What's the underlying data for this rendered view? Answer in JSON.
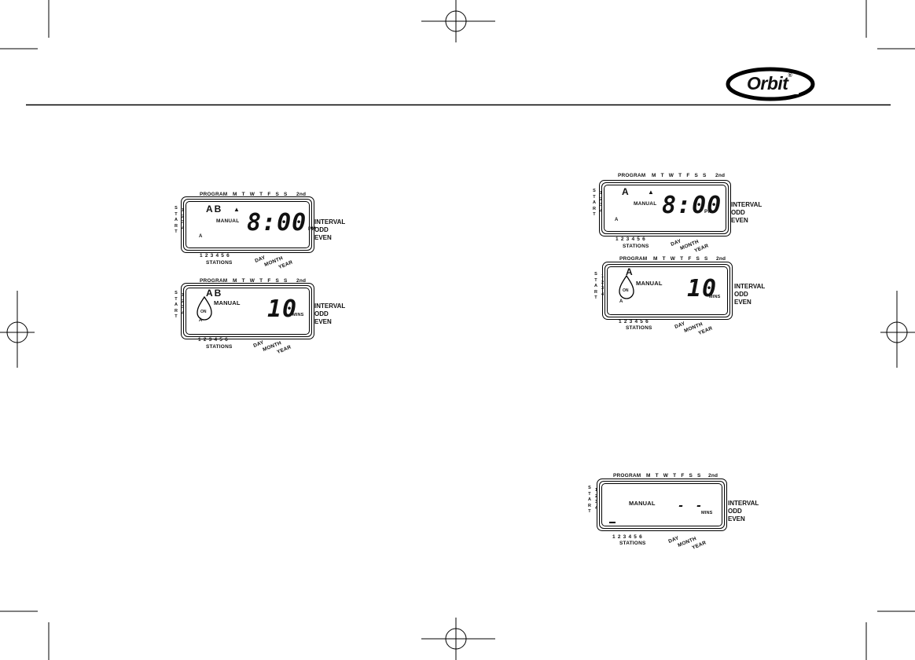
{
  "brand": {
    "logo_text": "Orbit"
  },
  "lcd": {
    "program": "PROGRAM",
    "days": [
      "M",
      "T",
      "W",
      "T",
      "F",
      "S",
      "S"
    ],
    "second": "2nd",
    "start_letters": [
      "S",
      "T",
      "A",
      "R",
      "T"
    ],
    "start_numbers": [
      "1",
      "2",
      "3",
      "4"
    ],
    "manual": "MANUAL",
    "on": "ON",
    "station_indicator": "A",
    "stations_numbers": "1 2 3 4 5 6",
    "stations": "STATIONS",
    "day": "DAY",
    "month": "MONTH",
    "year": "YEAR",
    "interval": "INTERVAL",
    "odd": "ODD",
    "even": "EVEN",
    "pm": "PM",
    "mins": "MINS",
    "arrow": "▲"
  },
  "panels": {
    "left_top": {
      "programs": "AB",
      "time": "8:00"
    },
    "left_bottom": {
      "programs": "AB",
      "duration": "10"
    },
    "right_top": {
      "programs": "A",
      "time": "8:00"
    },
    "right_middle": {
      "programs": "A",
      "duration": "10"
    },
    "right_bottom": {
      "duration": "- -"
    }
  }
}
